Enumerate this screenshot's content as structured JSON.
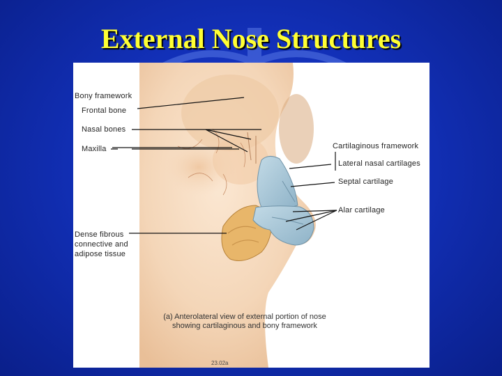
{
  "slide": {
    "title": "External Nose Structures"
  },
  "figure": {
    "labels_left": {
      "bony_framework": "Bony framework",
      "frontal_bone": "Frontal bone",
      "nasal_bones": "Nasal bones",
      "maxilla": "Maxilla",
      "dense_fibrous_1": "Dense fibrous",
      "dense_fibrous_2": "connective and",
      "dense_fibrous_3": "adipose tissue"
    },
    "labels_right": {
      "cartilaginous_framework": "Cartilaginous framework",
      "lateral_nasal_cartilages": "Lateral nasal cartilages",
      "septal_cartilage": "Septal cartilage",
      "alar_cartilage": "Alar cartilage"
    },
    "caption_line1": "(a) Anterolateral view of external portion of nose",
    "caption_line2": "showing cartilaginous and bony framework",
    "figure_code": "23.02a"
  },
  "colors": {
    "background": "#1230b8",
    "title": "#ffff33",
    "skin": "#f4d6b8",
    "cartilage": "#a9c7d9",
    "fibrous_tissue": "#e8b66a"
  }
}
